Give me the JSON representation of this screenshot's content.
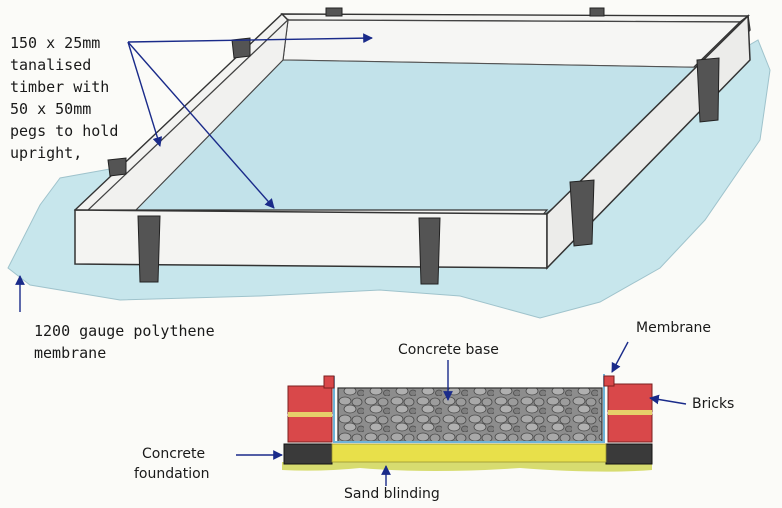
{
  "labels": {
    "timber_line1": "150 x 25mm",
    "timber_line2": "tanalised",
    "timber_line3": "timber with",
    "timber_line4": "50 x 50mm",
    "timber_line5": "pegs to hold",
    "timber_line6": "upright,",
    "membrane_line1": "1200 gauge polythene",
    "membrane_line2": "membrane",
    "concrete_base": "Concrete base",
    "membrane": "Membrane",
    "bricks": "Bricks",
    "foundation_line1": "Concrete",
    "foundation_line2": "foundation",
    "sand_blinding": "Sand blinding"
  },
  "colors": {
    "polythene": "#c7e6ec",
    "timber": "#f3f3f1",
    "peg": "#545454",
    "brick": "#d9484a",
    "mortar": "#e6d06a",
    "sand": "#e8e04a",
    "foundation": "#3a3a3a",
    "concrete": "#8a8a8a",
    "membrane_blue": "#6fb4d8"
  }
}
